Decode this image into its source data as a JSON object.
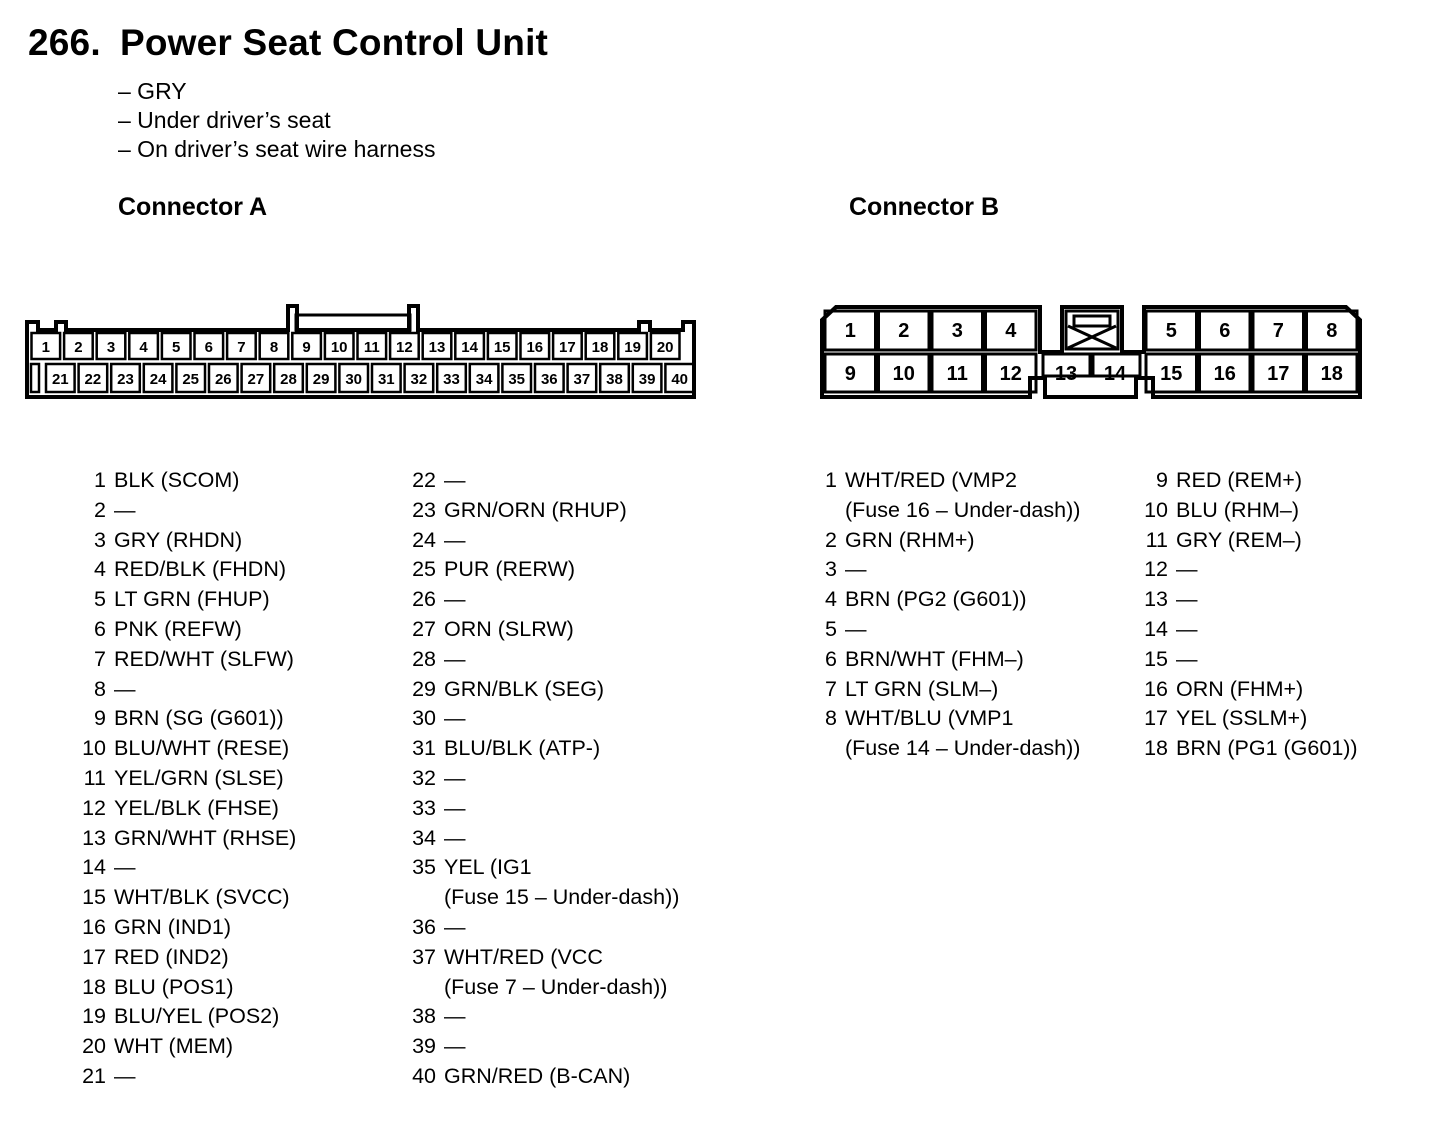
{
  "header": {
    "number": "266.",
    "title": "Power Seat Control Unit",
    "locations": [
      "– GRY",
      "– Under driver’s seat",
      "– On driver’s seat wire harness"
    ]
  },
  "connector_a": {
    "label": "Connector A",
    "pins_col1": [
      {
        "n": "1",
        "d": "BLK (SCOM)"
      },
      {
        "n": "2",
        "d": "—"
      },
      {
        "n": "3",
        "d": "GRY (RHDN)"
      },
      {
        "n": "4",
        "d": "RED/BLK (FHDN)"
      },
      {
        "n": "5",
        "d": "LT GRN (FHUP)"
      },
      {
        "n": "6",
        "d": "PNK (REFW)"
      },
      {
        "n": "7",
        "d": "RED/WHT (SLFW)"
      },
      {
        "n": "8",
        "d": "—"
      },
      {
        "n": "9",
        "d": "BRN (SG (G601))"
      },
      {
        "n": "10",
        "d": "BLU/WHT (RESE)"
      },
      {
        "n": "11",
        "d": "YEL/GRN (SLSE)"
      },
      {
        "n": "12",
        "d": "YEL/BLK (FHSE)"
      },
      {
        "n": "13",
        "d": "GRN/WHT (RHSE)"
      },
      {
        "n": "14",
        "d": "—"
      },
      {
        "n": "15",
        "d": "WHT/BLK (SVCC)"
      },
      {
        "n": "16",
        "d": "GRN (IND1)"
      },
      {
        "n": "17",
        "d": "RED (IND2)"
      },
      {
        "n": "18",
        "d": "BLU (POS1)"
      },
      {
        "n": "19",
        "d": "BLU/YEL (POS2)"
      },
      {
        "n": "20",
        "d": "WHT (MEM)"
      },
      {
        "n": "21",
        "d": "—"
      }
    ],
    "pins_col2": [
      {
        "n": "22",
        "d": "—"
      },
      {
        "n": "23",
        "d": "GRN/ORN (RHUP)"
      },
      {
        "n": "24",
        "d": "—"
      },
      {
        "n": "25",
        "d": "PUR (RERW)"
      },
      {
        "n": "26",
        "d": "—"
      },
      {
        "n": "27",
        "d": "ORN (SLRW)"
      },
      {
        "n": "28",
        "d": "—"
      },
      {
        "n": "29",
        "d": "GRN/BLK (SEG)"
      },
      {
        "n": "30",
        "d": "—"
      },
      {
        "n": "31",
        "d": "BLU/BLK (ATP-)"
      },
      {
        "n": "32",
        "d": "—"
      },
      {
        "n": "33",
        "d": "—"
      },
      {
        "n": "34",
        "d": "—"
      },
      {
        "n": "35",
        "d": "YEL (IG1",
        "s": "(Fuse 15 – Under-dash))"
      },
      {
        "n": "36",
        "d": "—"
      },
      {
        "n": "37",
        "d": "WHT/RED (VCC",
        "s": "(Fuse 7 – Under-dash))"
      },
      {
        "n": "38",
        "d": "—"
      },
      {
        "n": "39",
        "d": "—"
      },
      {
        "n": "40",
        "d": "GRN/RED (B-CAN)"
      }
    ]
  },
  "connector_b": {
    "label": "Connector B",
    "pins_col1": [
      {
        "n": "1",
        "d": "WHT/RED (VMP2",
        "s": "(Fuse 16 – Under-dash))"
      },
      {
        "n": "2",
        "d": "GRN (RHM+)"
      },
      {
        "n": "3",
        "d": "—"
      },
      {
        "n": "4",
        "d": "BRN (PG2 (G601))"
      },
      {
        "n": "5",
        "d": "—"
      },
      {
        "n": "6",
        "d": "BRN/WHT (FHM–)"
      },
      {
        "n": "7",
        "d": "LT GRN (SLM–)"
      },
      {
        "n": "8",
        "d": "WHT/BLU (VMP1",
        "s": "(Fuse 14 – Under-dash))"
      }
    ],
    "pins_col2": [
      {
        "n": "9",
        "d": "RED (REM+)"
      },
      {
        "n": "10",
        "d": "BLU (RHM–)"
      },
      {
        "n": "11",
        "d": "GRY (REM–)"
      },
      {
        "n": "12",
        "d": "—"
      },
      {
        "n": "13",
        "d": "—"
      },
      {
        "n": "14",
        "d": "—"
      },
      {
        "n": "15",
        "d": "—"
      },
      {
        "n": "16",
        "d": "ORN (FHM+)"
      },
      {
        "n": "17",
        "d": "YEL (SSLM+)"
      },
      {
        "n": "18",
        "d": "BRN (PG1 (G601))"
      }
    ]
  }
}
